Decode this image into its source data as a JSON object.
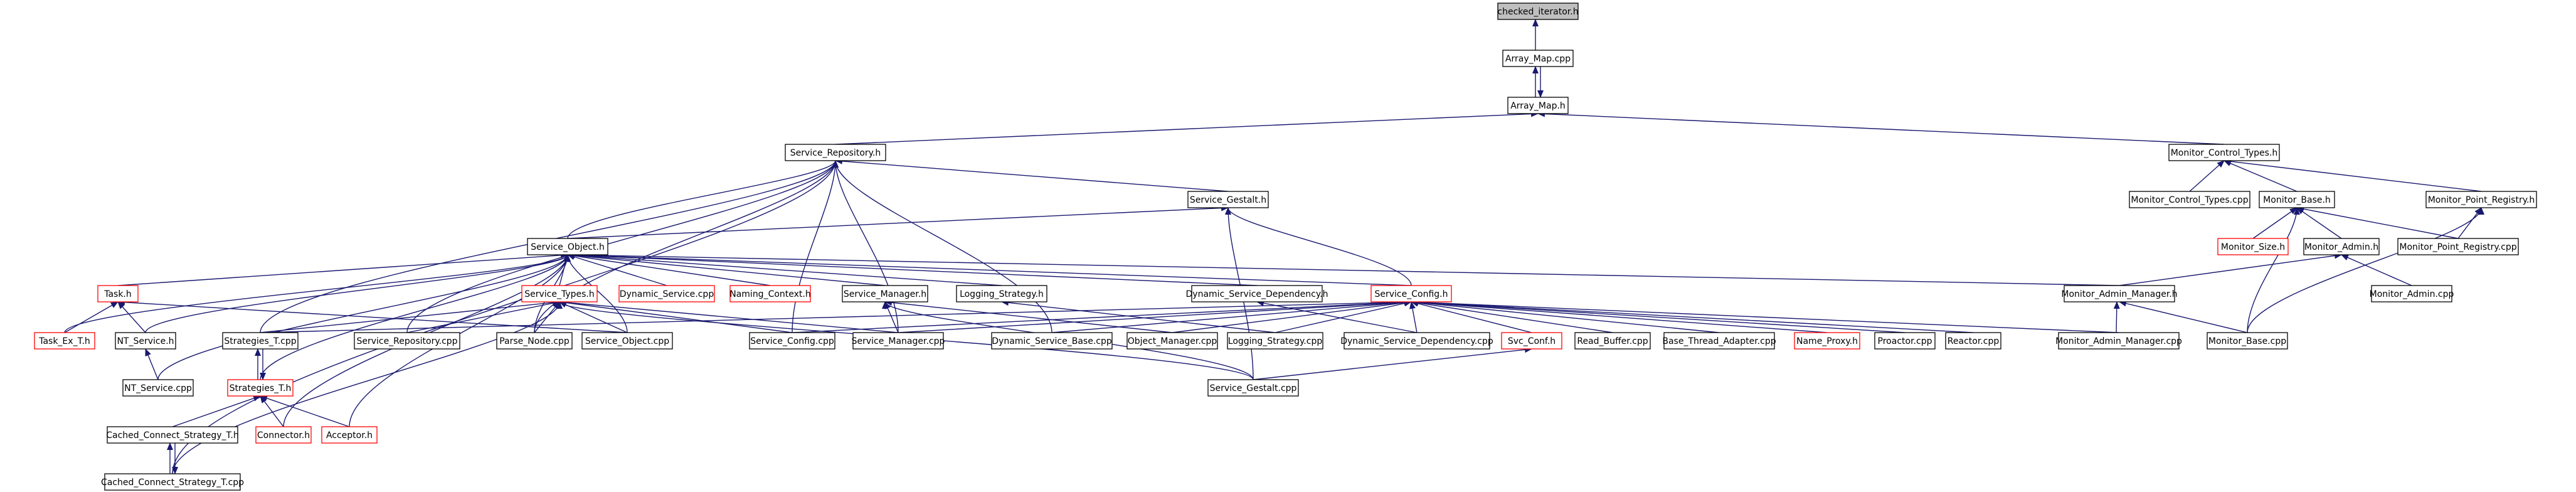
{
  "colors": {
    "edge": "#191970",
    "normal_border": "#000000",
    "missing_border": "#ff0000",
    "root_fill": "#bfbfbf",
    "node_fill": "#ffffff"
  },
  "nodes": [
    {
      "id": "checked_iterator_h",
      "label": "checked_iterator.h",
      "kind": "root"
    },
    {
      "id": "array_map_cpp",
      "label": "Array_Map.cpp",
      "kind": "normal"
    },
    {
      "id": "array_map_h",
      "label": "Array_Map.h",
      "kind": "normal"
    },
    {
      "id": "service_repository_h",
      "label": "Service_Repository.h",
      "kind": "normal"
    },
    {
      "id": "monitor_control_types_h",
      "label": "Monitor_Control_Types.h",
      "kind": "normal"
    },
    {
      "id": "service_gestalt_h",
      "label": "Service_Gestalt.h",
      "kind": "normal"
    },
    {
      "id": "monitor_control_types_cpp",
      "label": "Monitor_Control_Types.cpp",
      "kind": "normal"
    },
    {
      "id": "monitor_base_h",
      "label": "Monitor_Base.h",
      "kind": "normal"
    },
    {
      "id": "monitor_point_registry_h",
      "label": "Monitor_Point_Registry.h",
      "kind": "normal"
    },
    {
      "id": "service_object_h",
      "label": "Service_Object.h",
      "kind": "normal"
    },
    {
      "id": "monitor_size_h",
      "label": "Monitor_Size.h",
      "kind": "missing"
    },
    {
      "id": "monitor_admin_h",
      "label": "Monitor_Admin.h",
      "kind": "normal"
    },
    {
      "id": "monitor_point_registry_cpp",
      "label": "Monitor_Point_Registry.cpp",
      "kind": "normal"
    },
    {
      "id": "task_h",
      "label": "Task.h",
      "kind": "missing"
    },
    {
      "id": "service_types_h",
      "label": "Service_Types.h",
      "kind": "missing"
    },
    {
      "id": "dynamic_service_cpp",
      "label": "Dynamic_Service.cpp",
      "kind": "missing"
    },
    {
      "id": "naming_context_h",
      "label": "Naming_Context.h",
      "kind": "missing"
    },
    {
      "id": "service_manager_h",
      "label": "Service_Manager.h",
      "kind": "normal"
    },
    {
      "id": "logging_strategy_h",
      "label": "Logging_Strategy.h",
      "kind": "normal"
    },
    {
      "id": "dynamic_service_dependency_h",
      "label": "Dynamic_Service_Dependency.h",
      "kind": "normal"
    },
    {
      "id": "service_config_h",
      "label": "Service_Config.h",
      "kind": "missing"
    },
    {
      "id": "monitor_admin_manager_h",
      "label": "Monitor_Admin_Manager.h",
      "kind": "normal"
    },
    {
      "id": "monitor_admin_cpp",
      "label": "Monitor_Admin.cpp",
      "kind": "normal"
    },
    {
      "id": "task_ex_t_h",
      "label": "Task_Ex_T.h",
      "kind": "missing"
    },
    {
      "id": "nt_service_h",
      "label": "NT_Service.h",
      "kind": "normal"
    },
    {
      "id": "strategies_t_cpp",
      "label": "Strategies_T.cpp",
      "kind": "normal"
    },
    {
      "id": "service_repository_cpp",
      "label": "Service_Repository.cpp",
      "kind": "normal"
    },
    {
      "id": "parse_node_cpp",
      "label": "Parse_Node.cpp",
      "kind": "normal"
    },
    {
      "id": "service_object_cpp",
      "label": "Service_Object.cpp",
      "kind": "normal"
    },
    {
      "id": "service_config_cpp",
      "label": "Service_Config.cpp",
      "kind": "normal"
    },
    {
      "id": "service_manager_cpp",
      "label": "Service_Manager.cpp",
      "kind": "normal"
    },
    {
      "id": "dynamic_service_base_cpp",
      "label": "Dynamic_Service_Base.cpp",
      "kind": "normal"
    },
    {
      "id": "object_manager_cpp",
      "label": "Object_Manager.cpp",
      "kind": "normal"
    },
    {
      "id": "logging_strategy_cpp",
      "label": "Logging_Strategy.cpp",
      "kind": "normal"
    },
    {
      "id": "dynamic_service_dependency_cpp",
      "label": "Dynamic_Service_Dependency.cpp",
      "kind": "normal"
    },
    {
      "id": "svc_conf_h",
      "label": "Svc_Conf.h",
      "kind": "missing"
    },
    {
      "id": "read_buffer_cpp",
      "label": "Read_Buffer.cpp",
      "kind": "normal"
    },
    {
      "id": "base_thread_adapter_cpp",
      "label": "Base_Thread_Adapter.cpp",
      "kind": "normal"
    },
    {
      "id": "name_proxy_h",
      "label": "Name_Proxy.h",
      "kind": "missing"
    },
    {
      "id": "proactor_cpp",
      "label": "Proactor.cpp",
      "kind": "normal"
    },
    {
      "id": "reactor_cpp",
      "label": "Reactor.cpp",
      "kind": "normal"
    },
    {
      "id": "monitor_admin_manager_cpp",
      "label": "Monitor_Admin_Manager.cpp",
      "kind": "normal"
    },
    {
      "id": "monitor_base_cpp",
      "label": "Monitor_Base.cpp",
      "kind": "normal"
    },
    {
      "id": "nt_service_cpp",
      "label": "NT_Service.cpp",
      "kind": "normal"
    },
    {
      "id": "strategies_t_h",
      "label": "Strategies_T.h",
      "kind": "missing"
    },
    {
      "id": "service_gestalt_cpp",
      "label": "Service_Gestalt.cpp",
      "kind": "normal"
    },
    {
      "id": "cached_connect_strategy_t_h",
      "label": "Cached_Connect_Strategy_T.h",
      "kind": "normal"
    },
    {
      "id": "connector_h",
      "label": "Connector.h",
      "kind": "missing"
    },
    {
      "id": "acceptor_h",
      "label": "Acceptor.h",
      "kind": "missing"
    },
    {
      "id": "cached_connect_strategy_t_cpp",
      "label": "Cached_Connect_Strategy_T.cpp",
      "kind": "normal"
    }
  ],
  "edges": [
    [
      "array_map_cpp",
      "checked_iterator_h"
    ],
    [
      "array_map_h",
      "array_map_cpp"
    ],
    [
      "array_map_cpp",
      "array_map_h"
    ],
    [
      "service_repository_h",
      "array_map_h"
    ],
    [
      "monitor_control_types_h",
      "array_map_h"
    ],
    [
      "service_gestalt_h",
      "service_repository_h"
    ],
    [
      "service_object_h",
      "service_repository_h"
    ],
    [
      "strategies_t_cpp",
      "service_repository_h"
    ],
    [
      "service_repository_cpp",
      "service_repository_h"
    ],
    [
      "parse_node_cpp",
      "service_repository_h"
    ],
    [
      "service_config_cpp",
      "service_repository_h"
    ],
    [
      "service_manager_cpp",
      "service_repository_h"
    ],
    [
      "dynamic_service_base_cpp",
      "service_repository_h"
    ],
    [
      "cached_connect_strategy_t_cpp",
      "service_repository_h"
    ],
    [
      "monitor_control_types_cpp",
      "monitor_control_types_h"
    ],
    [
      "monitor_base_h",
      "monitor_control_types_h"
    ],
    [
      "monitor_point_registry_h",
      "monitor_control_types_h"
    ],
    [
      "service_object_h",
      "service_gestalt_h"
    ],
    [
      "service_config_h",
      "service_gestalt_h"
    ],
    [
      "service_gestalt_cpp",
      "service_gestalt_h"
    ],
    [
      "monitor_size_h",
      "monitor_base_h"
    ],
    [
      "monitor_admin_h",
      "monitor_base_h"
    ],
    [
      "monitor_point_registry_cpp",
      "monitor_base_h"
    ],
    [
      "monitor_base_cpp",
      "monitor_base_h"
    ],
    [
      "monitor_point_registry_cpp",
      "monitor_point_registry_h"
    ],
    [
      "monitor_base_cpp",
      "monitor_point_registry_h"
    ],
    [
      "monitor_admin_manager_h",
      "monitor_admin_h"
    ],
    [
      "monitor_admin_cpp",
      "monitor_admin_h"
    ],
    [
      "task_h",
      "service_object_h"
    ],
    [
      "service_types_h",
      "service_object_h"
    ],
    [
      "dynamic_service_cpp",
      "service_object_h"
    ],
    [
      "naming_context_h",
      "service_object_h"
    ],
    [
      "service_manager_h",
      "service_object_h"
    ],
    [
      "logging_strategy_h",
      "service_object_h"
    ],
    [
      "dynamic_service_dependency_h",
      "service_object_h"
    ],
    [
      "service_config_h",
      "service_object_h"
    ],
    [
      "monitor_admin_manager_h",
      "service_object_h"
    ],
    [
      "task_ex_t_h",
      "service_object_h"
    ],
    [
      "nt_service_h",
      "service_object_h"
    ],
    [
      "nt_service_cpp",
      "service_object_h"
    ],
    [
      "strategies_t_h",
      "service_object_h"
    ],
    [
      "connector_h",
      "service_object_h"
    ],
    [
      "acceptor_h",
      "service_object_h"
    ],
    [
      "service_object_cpp",
      "service_object_h"
    ],
    [
      "parse_node_cpp",
      "service_object_h"
    ],
    [
      "task_ex_t_h",
      "task_h"
    ],
    [
      "nt_service_h",
      "task_h"
    ],
    [
      "service_object_cpp",
      "task_h"
    ],
    [
      "nt_service_cpp",
      "nt_service_h"
    ],
    [
      "strategies_t_cpp",
      "service_types_h"
    ],
    [
      "service_repository_cpp",
      "service_types_h"
    ],
    [
      "parse_node_cpp",
      "service_types_h"
    ],
    [
      "service_object_cpp",
      "service_types_h"
    ],
    [
      "service_config_cpp",
      "service_types_h"
    ],
    [
      "service_manager_cpp",
      "service_types_h"
    ],
    [
      "service_gestalt_cpp",
      "service_types_h"
    ],
    [
      "cached_connect_strategy_t_cpp",
      "service_types_h"
    ],
    [
      "service_manager_cpp",
      "service_manager_h"
    ],
    [
      "object_manager_cpp",
      "service_manager_h"
    ],
    [
      "service_gestalt_cpp",
      "service_manager_h"
    ],
    [
      "logging_strategy_cpp",
      "logging_strategy_h"
    ],
    [
      "dynamic_service_dependency_cpp",
      "dynamic_service_dependency_h"
    ],
    [
      "service_config_cpp",
      "service_config_h"
    ],
    [
      "service_manager_cpp",
      "service_config_h"
    ],
    [
      "dynamic_service_base_cpp",
      "service_config_h"
    ],
    [
      "object_manager_cpp",
      "service_config_h"
    ],
    [
      "logging_strategy_cpp",
      "service_config_h"
    ],
    [
      "dynamic_service_dependency_cpp",
      "service_config_h"
    ],
    [
      "svc_conf_h",
      "service_config_h"
    ],
    [
      "read_buffer_cpp",
      "service_config_h"
    ],
    [
      "base_thread_adapter_cpp",
      "service_config_h"
    ],
    [
      "name_proxy_h",
      "service_config_h"
    ],
    [
      "proactor_cpp",
      "service_config_h"
    ],
    [
      "reactor_cpp",
      "service_config_h"
    ],
    [
      "monitor_admin_manager_cpp",
      "service_config_h"
    ],
    [
      "strategies_t_cpp",
      "service_config_h"
    ],
    [
      "service_gestalt_cpp",
      "svc_conf_h"
    ],
    [
      "monitor_admin_manager_cpp",
      "monitor_admin_manager_h"
    ],
    [
      "monitor_base_cpp",
      "monitor_admin_manager_h"
    ],
    [
      "strategies_t_h",
      "strategies_t_cpp"
    ],
    [
      "strategies_t_cpp",
      "strategies_t_h"
    ],
    [
      "cached_connect_strategy_t_h",
      "strategies_t_h"
    ],
    [
      "connector_h",
      "strategies_t_h"
    ],
    [
      "acceptor_h",
      "strategies_t_h"
    ],
    [
      "cached_connect_strategy_t_cpp",
      "cached_connect_strategy_t_h"
    ],
    [
      "cached_connect_strategy_t_h",
      "cached_connect_strategy_t_cpp"
    ]
  ]
}
